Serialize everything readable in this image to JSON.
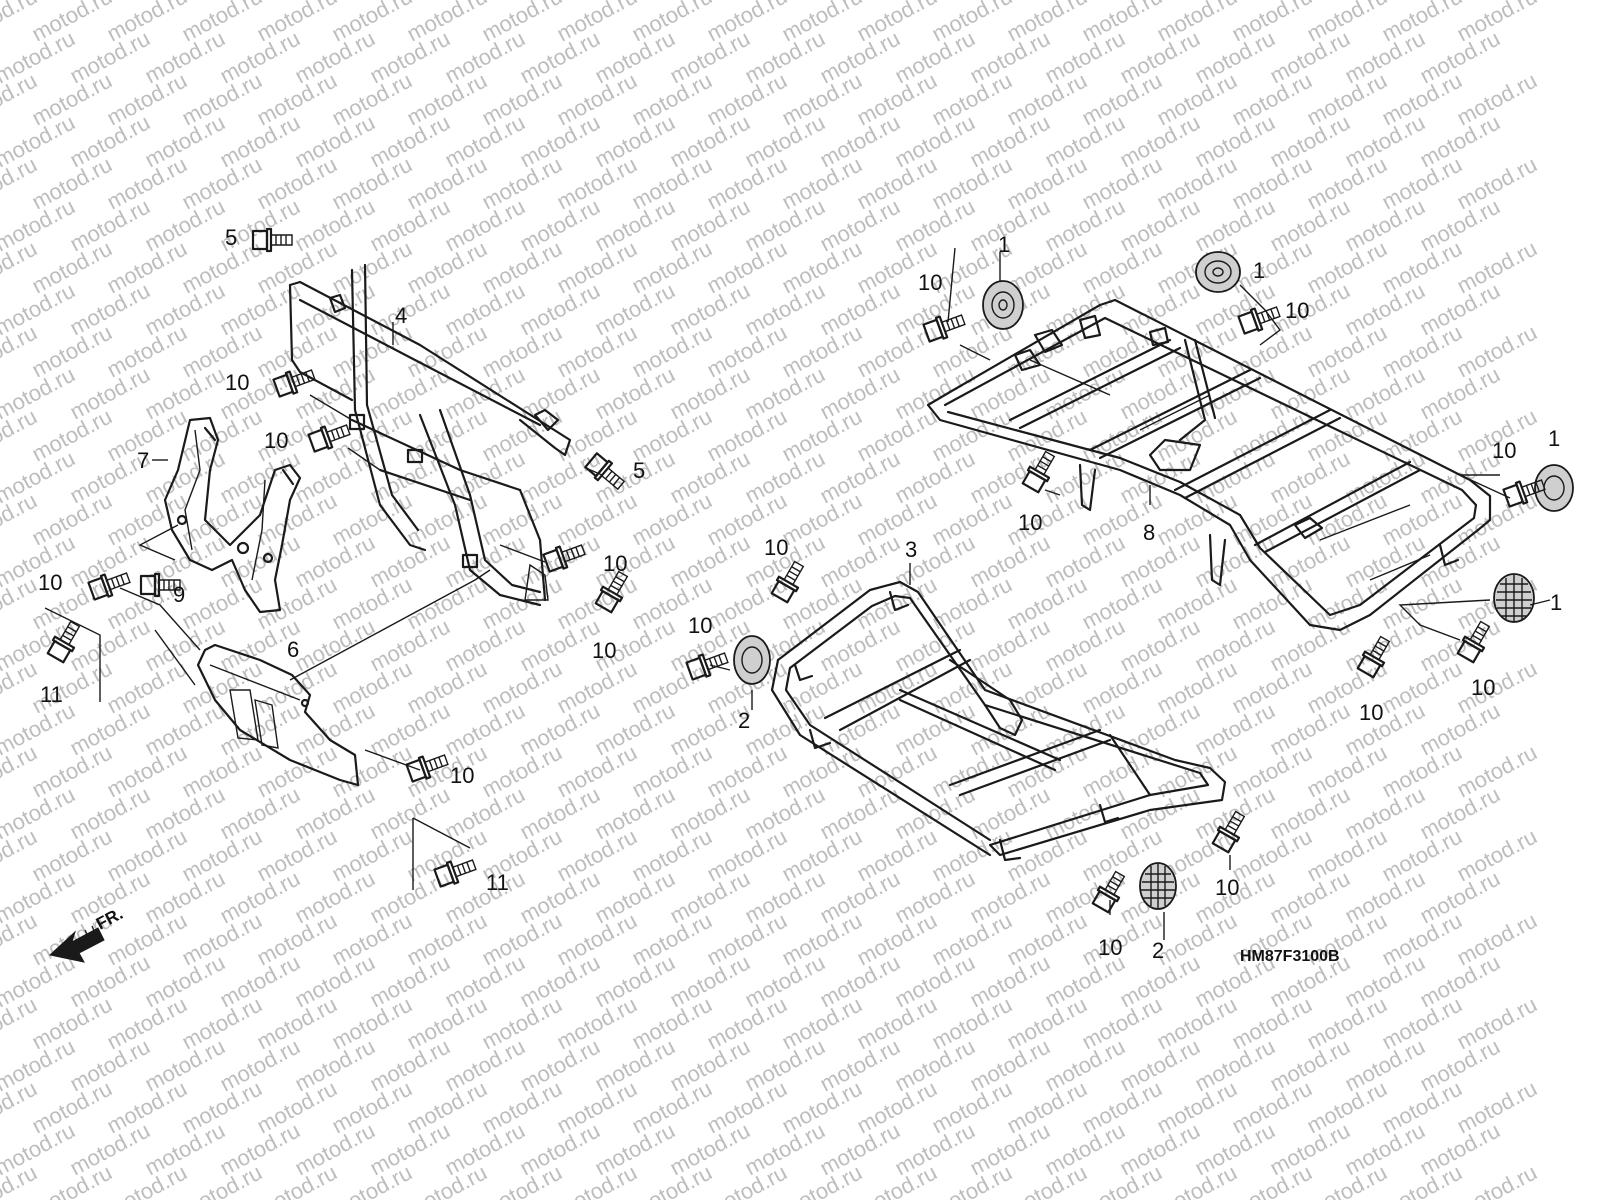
{
  "watermark": "motod.ru",
  "diagram_code": "HM87F3100B",
  "front_label": "FR.",
  "callouts": {
    "c1": "1",
    "c2": "2",
    "c3": "3",
    "c4": "4",
    "c5": "5",
    "c6": "6",
    "c7": "7",
    "c8": "8",
    "c9": "9",
    "c10": "10",
    "c11": "11"
  }
}
